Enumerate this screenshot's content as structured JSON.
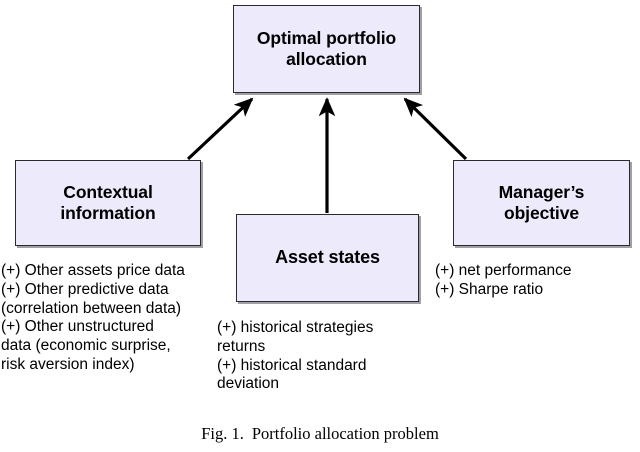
{
  "figure": {
    "caption_label": "Fig. 1.",
    "caption_text": "Portfolio allocation problem"
  },
  "theme": {
    "box_fill": "#ECEAFB",
    "box_border": "#2b2b2b",
    "arrow_color": "#000000",
    "background": "#ffffff",
    "text_color": "#000000"
  },
  "nodes": {
    "optimal": {
      "label": "Optimal portfolio\nallocation",
      "name": "optimal-portfolio-allocation"
    },
    "contextual": {
      "label": "Contextual\ninformation",
      "name": "contextual-information"
    },
    "asset": {
      "label": "Asset states",
      "name": "asset-states"
    },
    "manager": {
      "label": "Manager’s\nobjective",
      "name": "managers-objective"
    }
  },
  "annotations": {
    "contextual": {
      "text": "(+) Other assets price data\n(+) Other predictive data\n(correlation between data)\n(+) Other unstructured\ndata (economic surprise,\nrisk aversion index)",
      "items": [
        "(+) Other assets price data",
        "(+) Other predictive data (correlation between data)",
        "(+) Other unstructured data (economic surprise, risk aversion index)"
      ]
    },
    "asset": {
      "text": "(+) historical strategies\nreturns\n(+) historical standard\ndeviation",
      "items": [
        "(+) historical strategies returns",
        "(+) historical standard deviation"
      ]
    },
    "manager": {
      "text": "(+) net performance\n(+) Sharpe ratio",
      "items": [
        "(+) net performance",
        "(+) Sharpe ratio"
      ]
    }
  },
  "edges": [
    {
      "name": "edge-contextual-to-optimal",
      "from": "contextual",
      "to": "optimal"
    },
    {
      "name": "edge-asset-to-optimal",
      "from": "asset",
      "to": "optimal"
    },
    {
      "name": "edge-manager-to-optimal",
      "from": "manager",
      "to": "optimal"
    }
  ]
}
